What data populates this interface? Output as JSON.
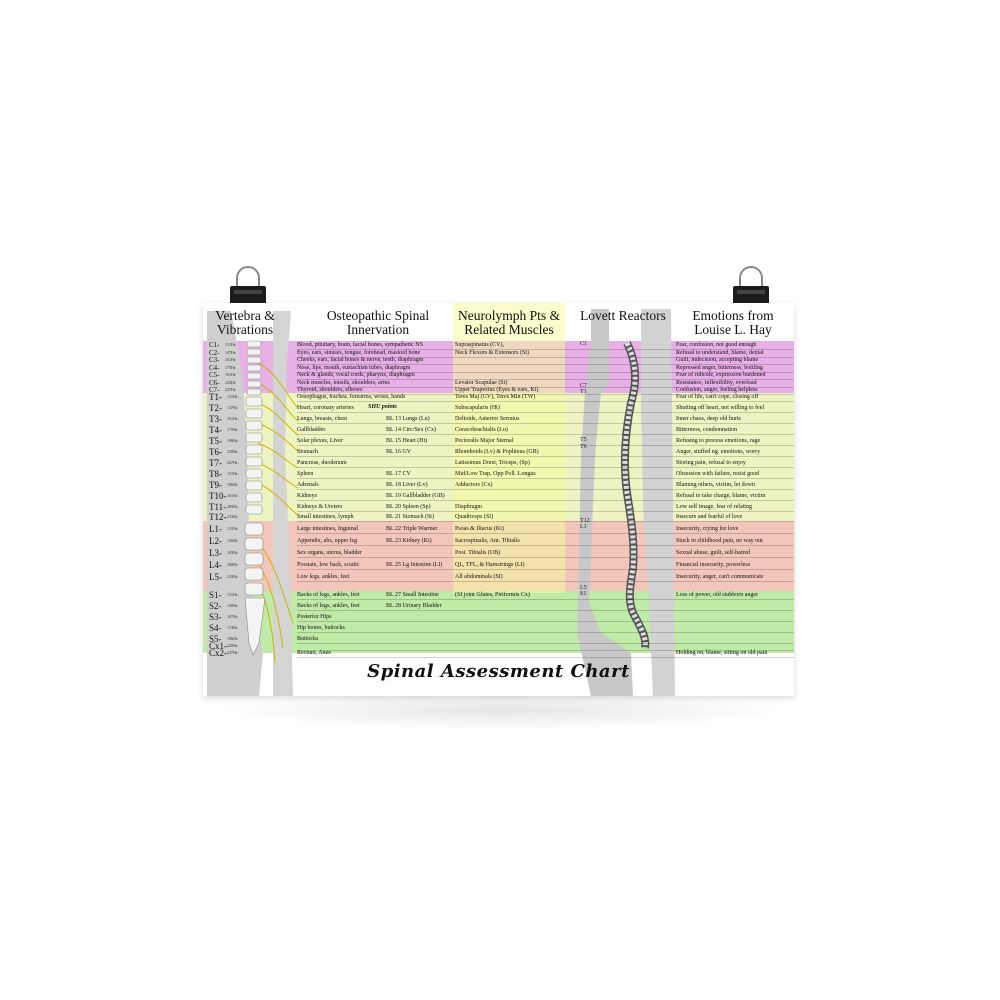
{
  "title": "Spinal Assessment Chart",
  "headers": {
    "vertebra": "Vertebra & Vibrations",
    "innervation": "Osteopathic Spinal Innervation",
    "neurolymph": "Neurolymph Pts & Related Muscles",
    "lovett": "Lovett Reactors",
    "emotions": "Emotions from Louise L. Hay"
  },
  "shu_label": "SHU points",
  "colors": {
    "cervical": "#e7b0e6",
    "thoracic": "#eef3c2",
    "lumbar": "#f2c6bb",
    "sacral": "#bfeaa7",
    "neuro_col": "#f3f7b5",
    "skeleton_gray": "#c8c8c8"
  },
  "rows": [
    {
      "v": "C1-",
      "hz": "131Hz",
      "inn": "Blood, pituitary, brain, facial bones, sympathetic NS",
      "shu": "",
      "neu": "Supraspinatus (CV),",
      "emo": "Fear, confusion, not good enough",
      "zone": "cervical"
    },
    {
      "v": "C2-",
      "hz": "147Hz",
      "inn": "Eyes, ears, sinuses, tongue, forehead, mastoid bone",
      "shu": "",
      "neu": "Neck Flexors & Extensors (St)",
      "emo": "Refusal to understand, blame, denial",
      "zone": "cervical"
    },
    {
      "v": "C3-",
      "hz": "161Hz",
      "inn": "Cheeks, ears, facial bones & nerve, teeth, diaphragm",
      "shu": "",
      "neu": "",
      "emo": "Guilt, indecision, accepting blame",
      "zone": "cervical"
    },
    {
      "v": "C4-",
      "hz": "175Hz",
      "inn": "Nose, lips, mouth, eustachian tubes, diaphragm",
      "shu": "",
      "neu": "",
      "emo": "Repressed anger, bitterness, bottling",
      "zone": "cervical"
    },
    {
      "v": "C5-",
      "hz": "191Hz",
      "inn": "Neck & glands, vocal cords, pharynx, diaphragm",
      "shu": "",
      "neu": "",
      "emo": "Fear of ridicule, expression burdened",
      "zone": "cervical"
    },
    {
      "v": "C6-",
      "hz": "220Hz",
      "inn": "Neck muscles, tonsils, shoulders, arms",
      "shu": "",
      "neu": "Levator Scapulae (St)",
      "emo": "Resistance, inflexibility, overload",
      "zone": "cervical"
    },
    {
      "v": "C7-",
      "hz": "247Hz",
      "inn": "Thyroid, shoulders, elbows",
      "shu": "",
      "neu": "Upper Trapezius (Eyes & ears, Ki)",
      "emo": "Confusion, anger, feeling helpless",
      "zone": "cervical"
    },
    {
      "v": "T1-",
      "hz": "131Hz",
      "inn": "Oesophagus, trachea, forearms, wrists, hands",
      "shu": "",
      "neu": "Teres Maj (GV), Teres Min (TW)",
      "emo": "Fear of life, can't cope, closing off",
      "zone": "thoracic"
    },
    {
      "v": "T2-",
      "hz": "147Hz",
      "inn": "Heart, coronary arteries",
      "shu": "",
      "neu": "Subscapularis (Ht)",
      "emo": "Shutting off heart, not willing to feel",
      "zone": "thoracic"
    },
    {
      "v": "T3-",
      "hz": "161Hz",
      "inn": "Lungs, breasts, chest",
      "shu": "BL 13 Lungs (Lu)",
      "neu": "Deltoids, Anterior Serratus",
      "emo": "Inner chaos, deep old hurts",
      "zone": "thoracic"
    },
    {
      "v": "T4-",
      "hz": "175Hz",
      "inn": "Gallbladder",
      "shu": "BL 14 Circ/Sex (Cx)",
      "neu": "Coracobrachialis (Lu)",
      "emo": "Bitterness, condemnation",
      "zone": "thoracic"
    },
    {
      "v": "T5-",
      "hz": "196Hz",
      "inn": "Solar plexus, Liver",
      "shu": "BL 15 Heart (Ht)",
      "neu": "Pectoralis Major Sternal",
      "emo": "Refusing to process emotions, rage",
      "zone": "thoracic"
    },
    {
      "v": "T6-",
      "hz": "220Hz",
      "inn": "Stomach",
      "shu": "BL 16 GV",
      "neu": "Rhomboids (Lv) & Popliteus (GB)",
      "emo": "Anger, stuffed ng. emotions, worry",
      "zone": "thoracic"
    },
    {
      "v": "T7-",
      "hz": "247Hz",
      "inn": "Pancreas, duodenum",
      "shu": "",
      "neu": "Latissimus Dorsi, Triceps, (Sp)",
      "emo": "Storing pain, refusal to enjoy",
      "zone": "thoracic"
    },
    {
      "v": "T8-",
      "hz": "131Hz",
      "inn": "Spleen",
      "shu": "BL 17 CV",
      "neu": "Mid/Low Trap, Opp Poll. Longus",
      "emo": "Obsession with failure, resist good",
      "zone": "thoracic"
    },
    {
      "v": "T9-",
      "hz": "196Hz",
      "inn": "Adrenals",
      "shu": "BL 18 Liver (Lv)",
      "neu": "Adductors (Cx)",
      "emo": "Blaming others, victim, let down",
      "zone": "thoracic"
    },
    {
      "v": "T10-",
      "hz": "161Hz",
      "inn": "Kidneys",
      "shu": "BL 19 Gallbladder (GB)",
      "neu": "",
      "emo": "Refusal to take charge, blame, victim",
      "zone": "thoracic"
    },
    {
      "v": "T11-",
      "hz": "209Hz",
      "inn": "Kidneys & Ureters",
      "shu": "BL 20 Spleen (Sp)",
      "neu": "Diaphragm",
      "emo": "Low self image, fear of relating",
      "zone": "thoracic"
    },
    {
      "v": "T12-",
      "hz": "233Hz",
      "inn": "Small intestines, lymph",
      "shu": "BL 21 Stomach (St)",
      "neu": "Quadriceps (SI)",
      "emo": "Insecure and fearful of love",
      "zone": "thoracic"
    },
    {
      "v": "L1-",
      "hz": "131Hz",
      "inn": "Large intestines, Inguinal",
      "shu": "BL 22 Triple Warmer",
      "neu": "Psoas & Iliacus (Ki)",
      "emo": "Insecurity, crying for love",
      "zone": "lumbar"
    },
    {
      "v": "L2-",
      "hz": "156Hz",
      "inn": "Appendix, abs, upper leg",
      "shu": "BL 23 Kidney (Ki)",
      "neu": "Sacrospinalis, Ant. Tibialis",
      "emo": "Stuck in childhood pain, no way out",
      "zone": "lumbar"
    },
    {
      "v": "L3-",
      "hz": "183Hz",
      "inn": "Sex organs, uterus, bladder",
      "shu": "",
      "neu": "Post. Tibialis (UB)",
      "emo": "Sexual abuse, guilt, self-hatred",
      "zone": "lumbar"
    },
    {
      "v": "L4-",
      "hz": "208Hz",
      "inn": "Prostate, low back, sciatic",
      "shu": "BL 25 Lg Intestine (LI)",
      "neu": "QL, TFL, & Hamstrings (LI)",
      "emo": "Financial insecurity, powerless",
      "zone": "lumbar"
    },
    {
      "v": "L5-",
      "hz": "233Hz",
      "inn": "Low legs, ankles, feet",
      "shu": "",
      "neu": "All abdominals (SI)",
      "emo": "Insecurity, anger, can't communicate",
      "zone": "lumbar"
    },
    {
      "v": "S1-",
      "hz": "131Hz",
      "inn": "Backs of legs, ankles, feet",
      "shu": "BL 27 Small Intestine",
      "neu": "(SI joint Glutes, Piriformis Cx)",
      "emo": "Loss of power, old stubborn anger",
      "zone": "sacral"
    },
    {
      "v": "S2-",
      "hz": "140Hz",
      "inn": "Backs of legs, ankles, feet",
      "shu": "BL 28 Urinary Bladder",
      "neu": "",
      "emo": "",
      "zone": "sacral"
    },
    {
      "v": "S3-",
      "hz": "167Hz",
      "inn": "Posterior Hips",
      "shu": "",
      "neu": "",
      "emo": "",
      "zone": "sacral"
    },
    {
      "v": "S4-",
      "hz": "174Hz",
      "inn": "Hip bones, buttocks",
      "shu": "",
      "neu": "",
      "emo": "",
      "zone": "sacral"
    },
    {
      "v": "S5-",
      "hz": "196Hz",
      "inn": "Buttocks",
      "shu": "",
      "neu": "",
      "emo": "",
      "zone": "sacral"
    },
    {
      "v": "Cx1-",
      "hz": "220Hz",
      "inn": "",
      "shu": "",
      "neu": "",
      "emo": "",
      "zone": "sacral"
    },
    {
      "v": "Cx2-",
      "hz": "247Hz",
      "inn": "Rectum, Anus",
      "shu": "",
      "neu": "",
      "emo": "Holding on, blame, sitting on old pain",
      "zone": "sacral"
    }
  ],
  "lovett_labels": [
    "C1",
    "C7",
    "T1",
    "T5",
    "T6",
    "T12",
    "L1",
    "L5",
    "S1"
  ]
}
